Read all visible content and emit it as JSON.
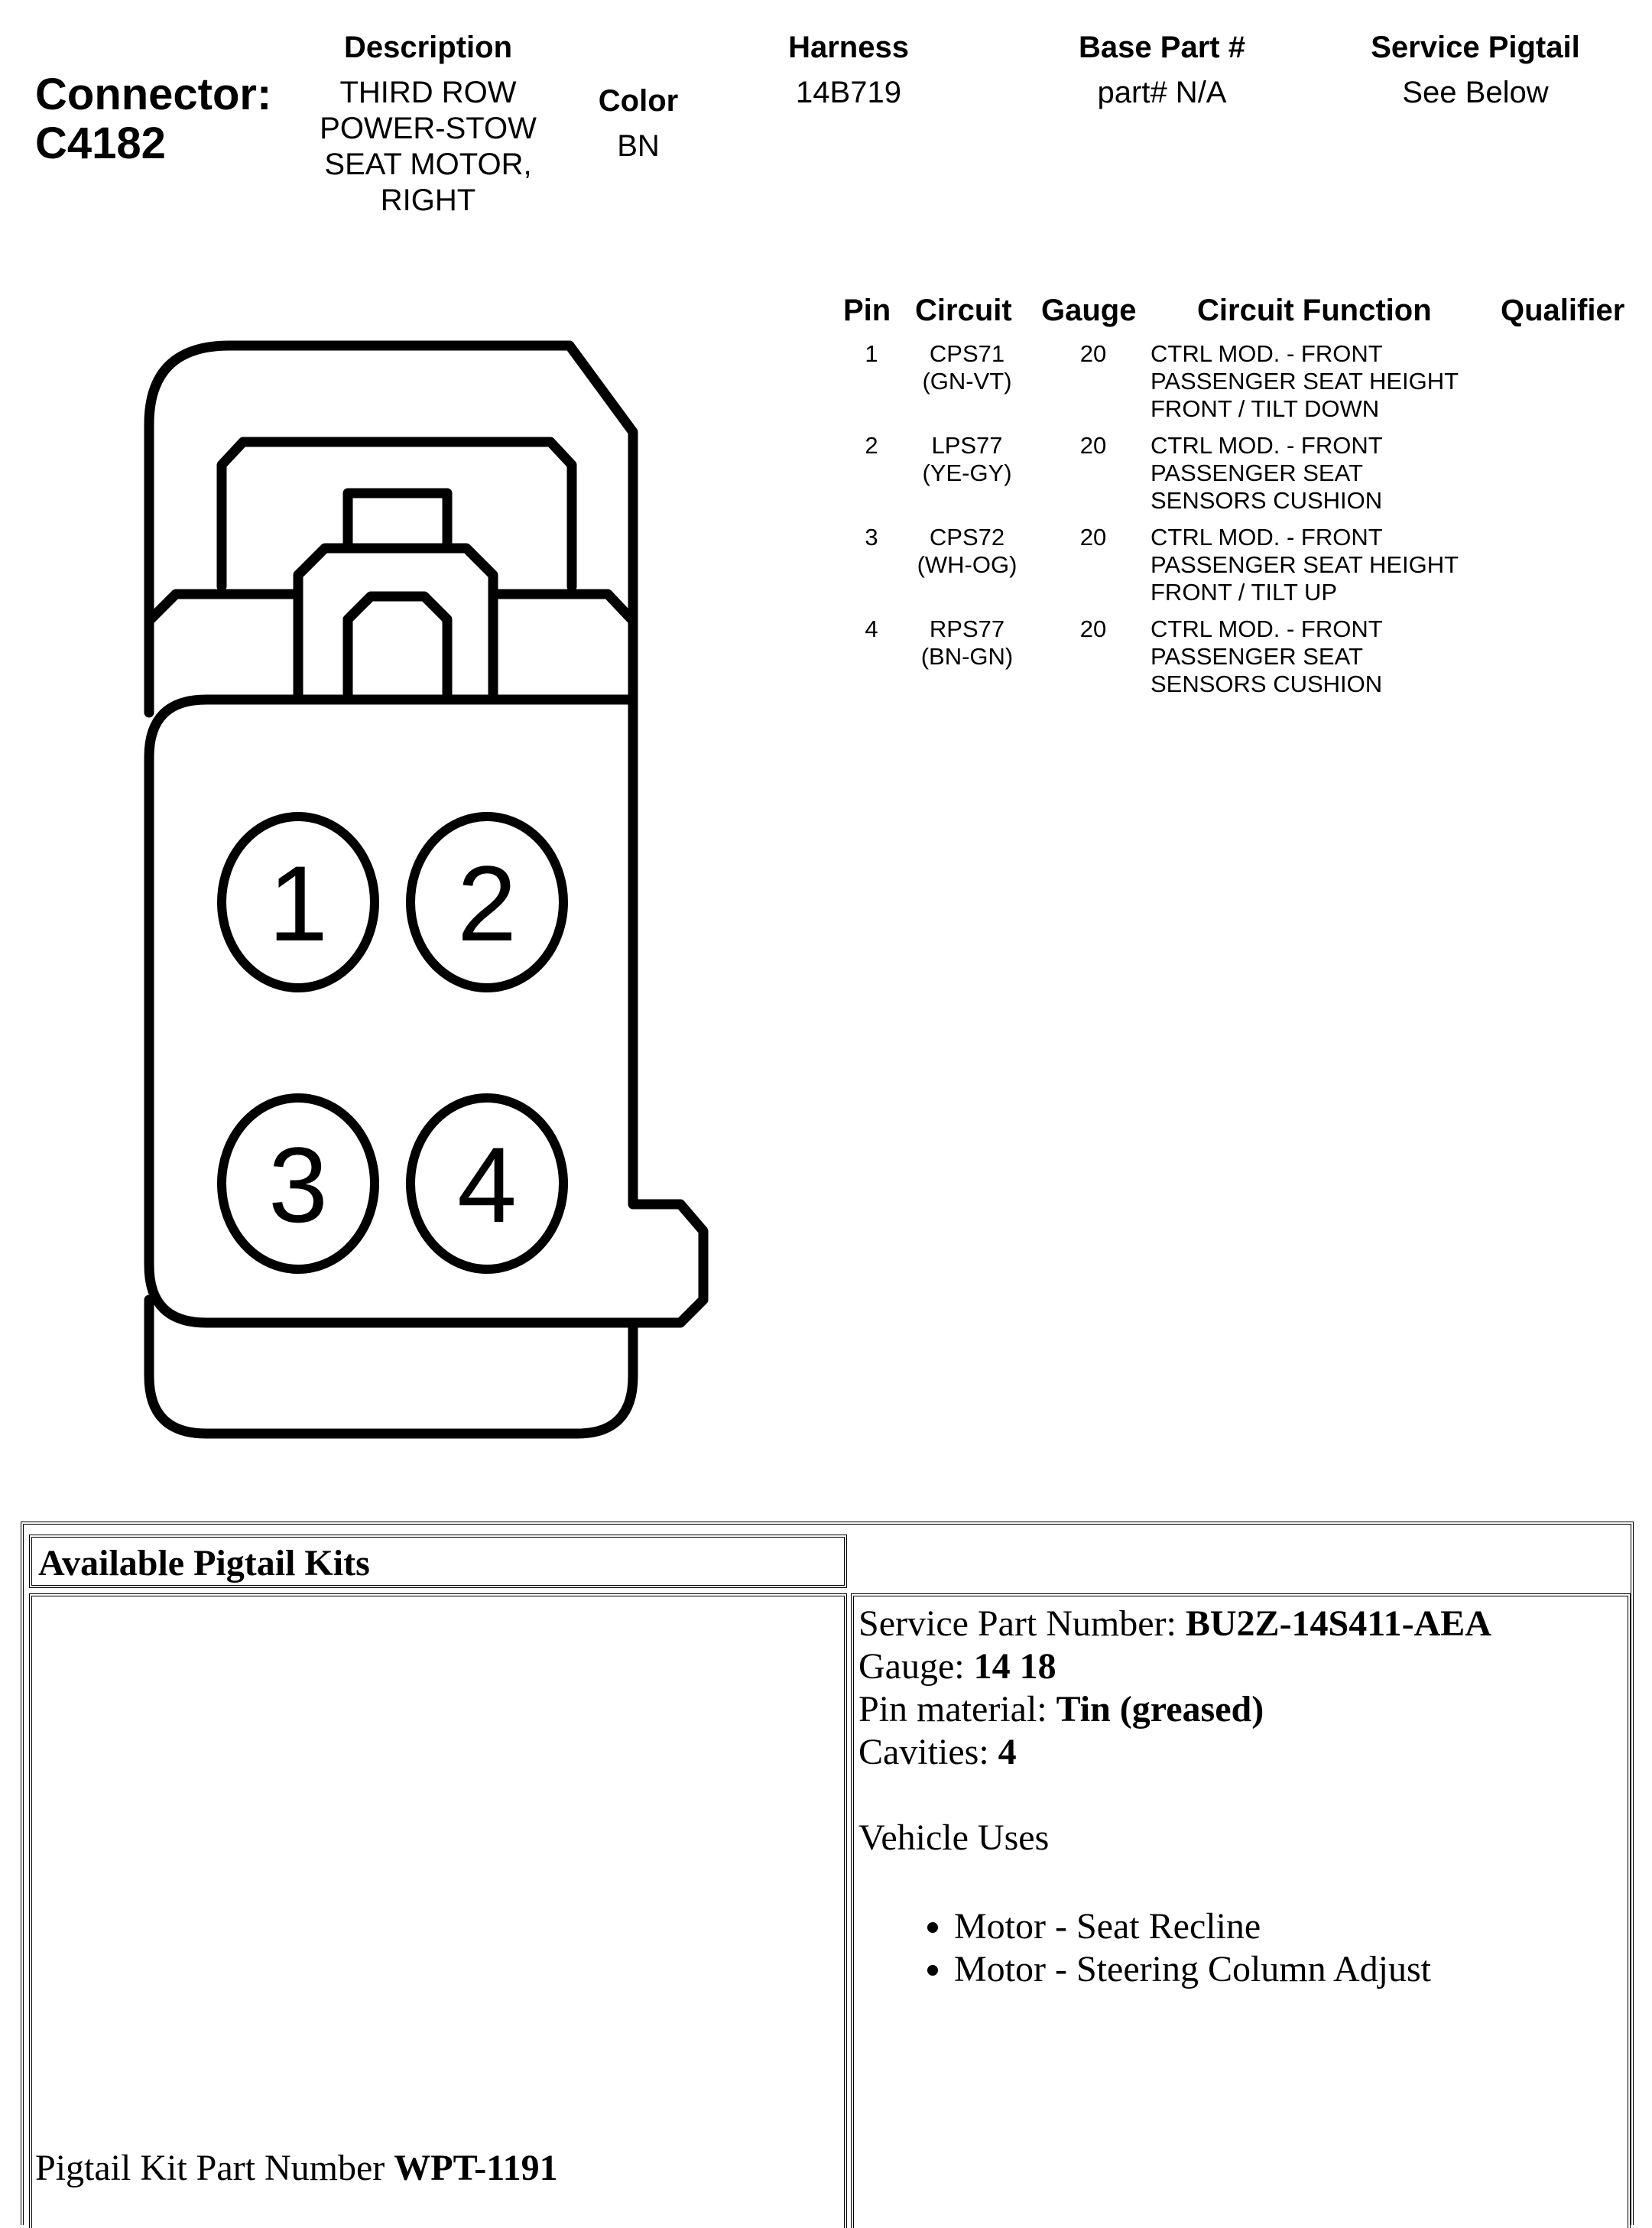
{
  "header": {
    "connector_label": "Connector:",
    "connector_id": "C4182",
    "description_label": "Description",
    "description_lines": [
      "THIRD ROW",
      "POWER-STOW",
      "SEAT MOTOR,",
      "RIGHT"
    ],
    "color_label": "Color",
    "color_value": "BN",
    "harness_label": "Harness",
    "harness_value": "14B719",
    "base_part_label": "Base Part #",
    "base_part_value": "part# N/A",
    "pigtail_label": "Service Pigtail",
    "pigtail_value": "See Below"
  },
  "pins": {
    "columns": [
      "Pin",
      "Circuit",
      "Gauge",
      "Circuit Function",
      "Qualifier"
    ],
    "rows": [
      {
        "pin": "1",
        "circuit": "CPS71",
        "color": "(GN-VT)",
        "gauge": "20",
        "function": [
          "CTRL MOD. - FRONT",
          "PASSENGER SEAT HEIGHT",
          "FRONT / TILT DOWN"
        ]
      },
      {
        "pin": "2",
        "circuit": "LPS77",
        "color": "(YE-GY)",
        "gauge": "20",
        "function": [
          "CTRL MOD. - FRONT",
          "PASSENGER SEAT",
          "SENSORS CUSHION"
        ]
      },
      {
        "pin": "3",
        "circuit": "CPS72",
        "color": "(WH-OG)",
        "gauge": "20",
        "function": [
          "CTRL MOD. - FRONT",
          "PASSENGER SEAT HEIGHT",
          "FRONT / TILT UP"
        ]
      },
      {
        "pin": "4",
        "circuit": "RPS77",
        "color": "(BN-GN)",
        "gauge": "20",
        "function": [
          "CTRL MOD. - FRONT",
          "PASSENGER SEAT",
          "SENSORS CUSHION"
        ]
      }
    ]
  },
  "diagram": {
    "cavity_labels": [
      "1",
      "2",
      "3",
      "4"
    ]
  },
  "kits": {
    "title": "Available Pigtail Kits",
    "service_part_label": "Service Part Number: ",
    "service_part_value": "BU2Z-14S411-AEA",
    "gauge_label": "Gauge: ",
    "gauge_value": "14 18",
    "pin_material_label": "Pin material: ",
    "pin_material_value": "Tin (greased)",
    "cavities_label": "Cavities: ",
    "cavities_value": "4",
    "vehicle_uses_label": "Vehicle Uses",
    "vehicle_uses": [
      "Motor - Seat Recline",
      "Motor - Steering Column Adjust"
    ],
    "kit_part_label": "Pigtail Kit Part Number ",
    "kit_part_value": "WPT-1191"
  }
}
